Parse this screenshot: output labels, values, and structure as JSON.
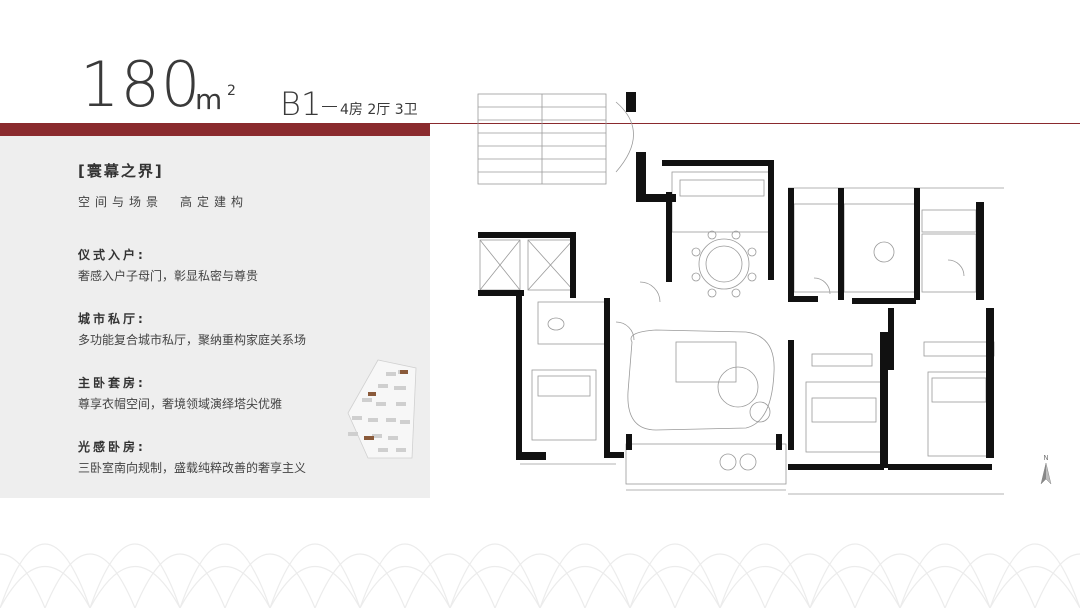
{
  "header": {
    "area_value": "180",
    "area_unit": "m",
    "area_unit_sup": "2",
    "unit_type_code": "B1",
    "unit_layout": "4房 2厅 3卫"
  },
  "intro": {
    "title": "[寰幕之界]",
    "subtitle": "空间与场景　高定建构"
  },
  "features": [
    {
      "heading": "仪式入户:",
      "description": "奢感入户子母门，彰显私密与尊贵"
    },
    {
      "heading": "城市私厅:",
      "description": "多功能复合城市私厅，聚纳重构家庭关系场"
    },
    {
      "heading": "主卧套房:",
      "description": "尊享衣帽空间，奢境领域演绎塔尖优雅"
    },
    {
      "heading": "光感卧房:",
      "description": "三卧室南向规制，盛载纯粹改善的奢享主义"
    }
  ],
  "compass_label": "N",
  "colors": {
    "accent": "#8a2a2e",
    "panel": "#eeeeee",
    "text": "#3a3a3a",
    "wall": "#111111"
  },
  "icons": {
    "compass": "north-arrow-icon",
    "site_map": "site-plan-icon",
    "floor_plan": "floor-plan-drawing"
  }
}
